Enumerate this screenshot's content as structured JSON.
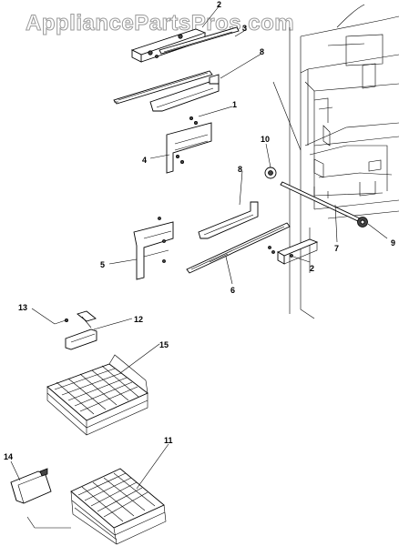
{
  "watermark": "AppliancePartsPros.com",
  "callouts": {
    "c1": "1",
    "c2a": "2",
    "c2b": "2",
    "c3": "3",
    "c4": "4",
    "c5": "5",
    "c6": "6",
    "c7": "7",
    "c8a": "8",
    "c8b": "8",
    "c9": "9",
    "c10": "10",
    "c11": "11",
    "c12": "12",
    "c13": "13",
    "c14": "14",
    "c15": "15"
  }
}
